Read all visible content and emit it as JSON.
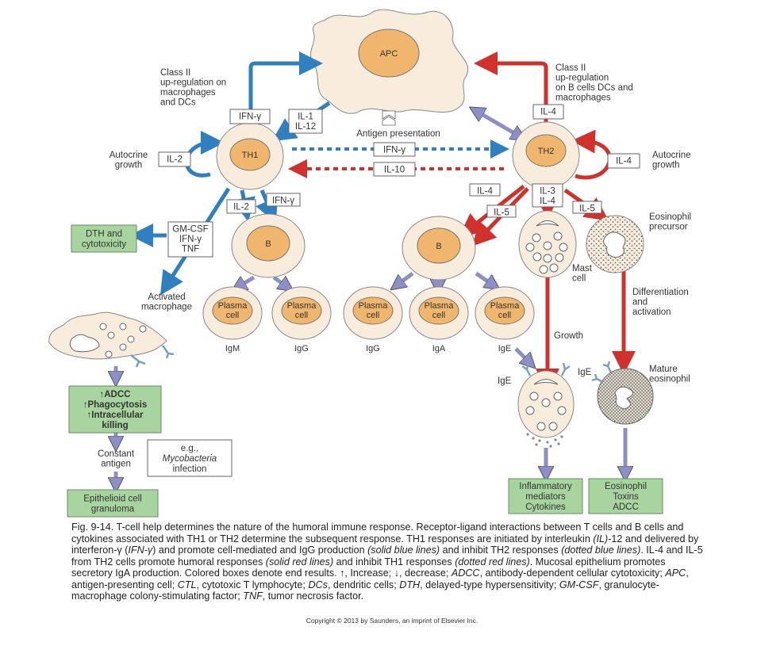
{
  "figure": {
    "apc": "APC",
    "th1": "TH1",
    "th2": "TH2",
    "b_cell": "B",
    "plasma_cell_line1": "Plasma",
    "plasma_cell_line2": "cell",
    "left_class_ii": [
      "Class II",
      "up-regulation on",
      "macrophages",
      "and DCs"
    ],
    "right_class_ii": [
      "Class II",
      "up-regulation",
      "on B cells DCs and",
      "macrophages"
    ],
    "antigen_presentation": "Antigen presentation",
    "autocrine_growth": [
      "Autocrine",
      "growth"
    ],
    "cytokines": {
      "ifn_gamma": "IFN-γ",
      "il1_il12": [
        "IL-1",
        "IL-12"
      ],
      "il2": "IL-2",
      "il4": "IL-4",
      "il5": "IL-5",
      "il10": "IL-10",
      "il3_il4": [
        "IL-3",
        "IL-4"
      ],
      "gmcsf_ifn_tnf": [
        "GM-CSF",
        "IFN-γ",
        "TNF"
      ]
    },
    "immunoglobulins": {
      "left": [
        "IgM",
        "IgG"
      ],
      "right": [
        "IgG",
        "IgA",
        "IgE"
      ]
    },
    "dth_box": [
      "DTH and",
      "cytotoxicity"
    ],
    "activated_macrophage": [
      "Activated",
      "macrophage"
    ],
    "adcc_box": [
      "↑ADCC",
      "↑Phagocytosis",
      "↑Intracellular",
      "killing"
    ],
    "constant_antigen": [
      "Constant",
      "antigen"
    ],
    "example_box": [
      "e.g.,",
      "Mycobacteria",
      "infection"
    ],
    "granuloma_box": [
      "Epithelioid cell",
      "granuloma"
    ],
    "mast_cell": [
      "Mast",
      "cell"
    ],
    "eosinophil_precursor": [
      "Eosinophil",
      "precursor"
    ],
    "differentiation": [
      "Differentiation",
      "and",
      "activation"
    ],
    "growth": "Growth",
    "ige": "IgE",
    "mature_eosinophil": [
      "Mature",
      "eosinophil"
    ],
    "inflammatory_box": [
      "Inflammatory",
      "mediators",
      "Cytokines"
    ],
    "eosinophil_box": [
      "Eosinophil",
      "Toxins",
      "ADCC"
    ]
  },
  "colors": {
    "th1_blue": "#2f7fc1",
    "th2_red": "#d0312d",
    "purple_arrow": "#8f8fc8",
    "cell_outer": "#f8ecdc",
    "cell_nucleus": "#f0b66e",
    "result_box": "#a8d4a0"
  },
  "caption": {
    "s1": "Fig. 9-14. T-cell help determines the nature of the humoral immune response. Receptor-ligand interactions between T cells and B cells and cytokines associated with TH1 or TH2 determine the subsequent response. TH1 responses are initiated by interleukin ",
    "i1": "(IL)",
    "s2": "-12 and delivered by interferon-γ (",
    "i2": "IFN-γ",
    "s3": ") and promote cell-mediated and IgG production ",
    "i3": "(solid blue lines)",
    "s4": " and inhibit TH2 responses ",
    "i4": "(dotted blue lines)",
    "s5": ". IL-4 and IL-5 from TH2 cells promote humoral responses ",
    "i5": "(solid red lines)",
    "s6": " and inhibit TH1 responses ",
    "i6": "(dotted red lines)",
    "s7": ". Mucosal epithelium promotes secretory IgA production. Colored boxes denote end results. ↑, Increase; ↓, decrease; ",
    "i7": "ADCC",
    "s8": ", antibody-dependent cellular cytotoxicity; ",
    "i8": "APC",
    "s9": ", antigen-presenting cell; ",
    "i9": "CTL",
    "s10": ", cytotoxic T lymphocyte; ",
    "i10": "DCs",
    "s11": ", dendritic cells; ",
    "i11": "DTH",
    "s12": ", delayed-type hypersensitivity; ",
    "i12": "GM-CSF",
    "s13": ", granulocyte-macrophage colony-stimulating factor; ",
    "i13": "TNF",
    "s14": ", tumor necrosis factor."
  },
  "copyright": "Copyright © 2013 by Saunders, an imprint of Elsevier Inc."
}
